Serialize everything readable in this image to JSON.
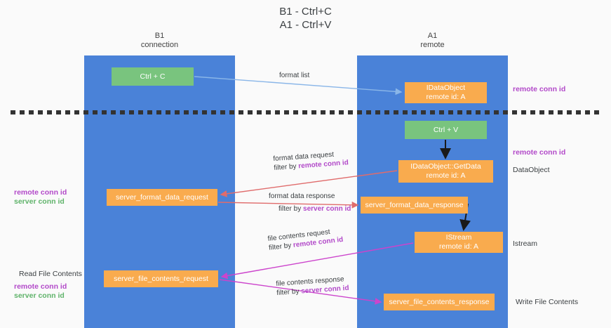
{
  "title": {
    "line1": "B1 - Ctrl+C",
    "line2": "A1 - Ctrl+V"
  },
  "columns": {
    "left": {
      "name": "B1",
      "role": "connection"
    },
    "right": {
      "name": "A1",
      "role": "remote"
    }
  },
  "boxes": {
    "ctrl_c": {
      "label": "Ctrl + C",
      "sub": ""
    },
    "idataobject": {
      "label": "IDataObject",
      "sub": "remote id: A"
    },
    "ctrl_v": {
      "label": "Ctrl + V",
      "sub": ""
    },
    "getdata": {
      "label": "IDataObject::GetData",
      "sub": "remote id: A"
    },
    "server_format_data_request": {
      "label": "server_format_data_request",
      "sub": ""
    },
    "server_format_data_response": {
      "label": "server_format_data_response",
      "sub": ""
    },
    "istream": {
      "label": "IStream",
      "sub": "remote id: A"
    },
    "server_file_contents_request": {
      "label": "server_file_contents_request",
      "sub": ""
    },
    "server_file_contents_response": {
      "label": "server_file_contents_response",
      "sub": ""
    }
  },
  "edge_labels": {
    "format_list": {
      "line1": "format list"
    },
    "format_data_request": {
      "line1": "format data request",
      "line2_prefix": "filter by ",
      "line2_key": "remote conn id"
    },
    "format_data_response": {
      "line1": "format data response",
      "line2_prefix": "filter by ",
      "line2_key": "server conn id"
    },
    "file_contents_request": {
      "line1": "file contents request",
      "line2_prefix": "filter by ",
      "line2_key": "remote conn id"
    },
    "file_contents_response": {
      "line1": "file contents response",
      "line2_prefix": "filter by ",
      "line2_key": "server conn id"
    }
  },
  "annotations": {
    "right_remote_conn_id_1": "remote conn id",
    "right_remote_conn_id_2": "remote conn id",
    "right_dataobject": "DataObject",
    "right_istream": "Istream",
    "right_write_file_contents": "Write File Contents",
    "left_remote_conn_id": "remote conn id",
    "left_server_conn_id": "server conn id",
    "left_read_file_contents": "Read File Contents",
    "left_remote_conn_id_2": "remote conn id",
    "left_server_conn_id_2": "server conn id"
  },
  "colors": {
    "column_blue": "#4a82d8",
    "box_green": "#79c47e",
    "box_orange": "#f9ab4e",
    "accent_purple": "#b249c9",
    "accent_green": "#5fb36a",
    "arrow_light_blue": "#8ab6e8",
    "arrow_red": "#e06c6c",
    "arrow_magenta": "#cc44cc",
    "arrow_black": "#1a1a1a",
    "divider_black": "#333333"
  }
}
